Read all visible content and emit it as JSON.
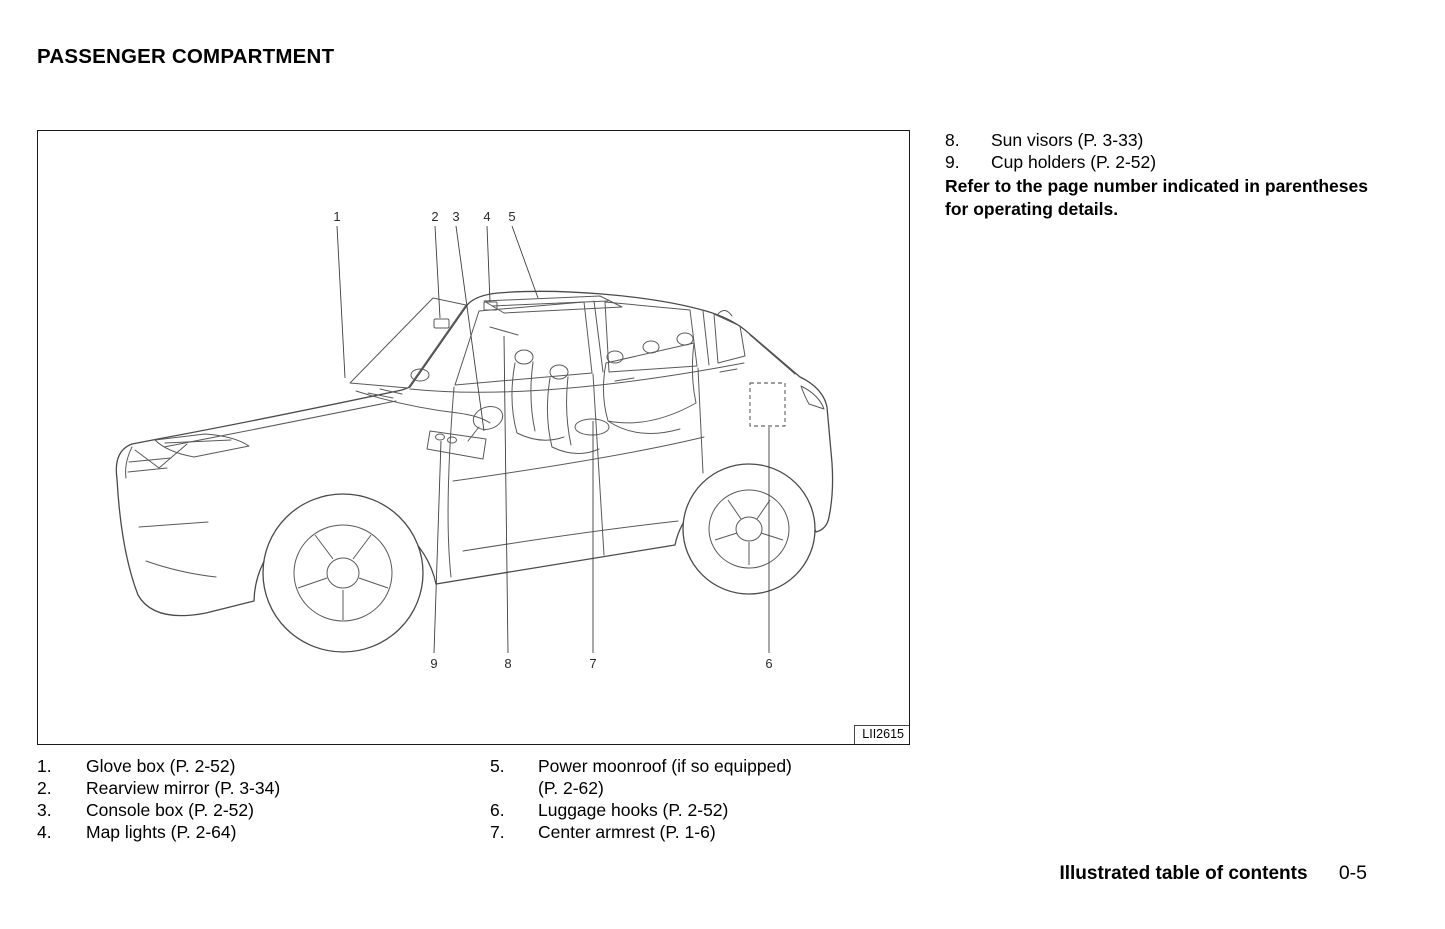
{
  "page": {
    "title": "PASSENGER COMPARTMENT",
    "footer": {
      "section": "Illustrated table of contents",
      "page_number": "0-5"
    }
  },
  "figure": {
    "image_code": "LII2615",
    "callouts": {
      "c1": "1",
      "c2": "2",
      "c3": "3",
      "c4": "4",
      "c5": "5",
      "c6": "6",
      "c7": "7",
      "c8": "8",
      "c9": "9"
    }
  },
  "right_column": {
    "items": [
      {
        "num": "8.",
        "label": "Sun visors (P. 3-33)"
      },
      {
        "num": "9.",
        "label": "Cup holders (P. 2-52)"
      }
    ],
    "note": "Refer to the page number indicated in parentheses for operating details."
  },
  "legend_left": [
    {
      "num": "1.",
      "label": "Glove box (P. 2-52)"
    },
    {
      "num": "2.",
      "label": "Rearview mirror (P. 3-34)"
    },
    {
      "num": "3.",
      "label": "Console box (P. 2-52)"
    },
    {
      "num": "4.",
      "label": "Map lights (P. 2-64)"
    }
  ],
  "legend_right": [
    {
      "num": "5.",
      "label": "Power moonroof (if so equipped)",
      "label_line2": "(P. 2-62)"
    },
    {
      "num": "6.",
      "label": "Luggage hooks (P. 2-52)"
    },
    {
      "num": "7.",
      "label": "Center armrest (P. 1-6)"
    }
  ]
}
